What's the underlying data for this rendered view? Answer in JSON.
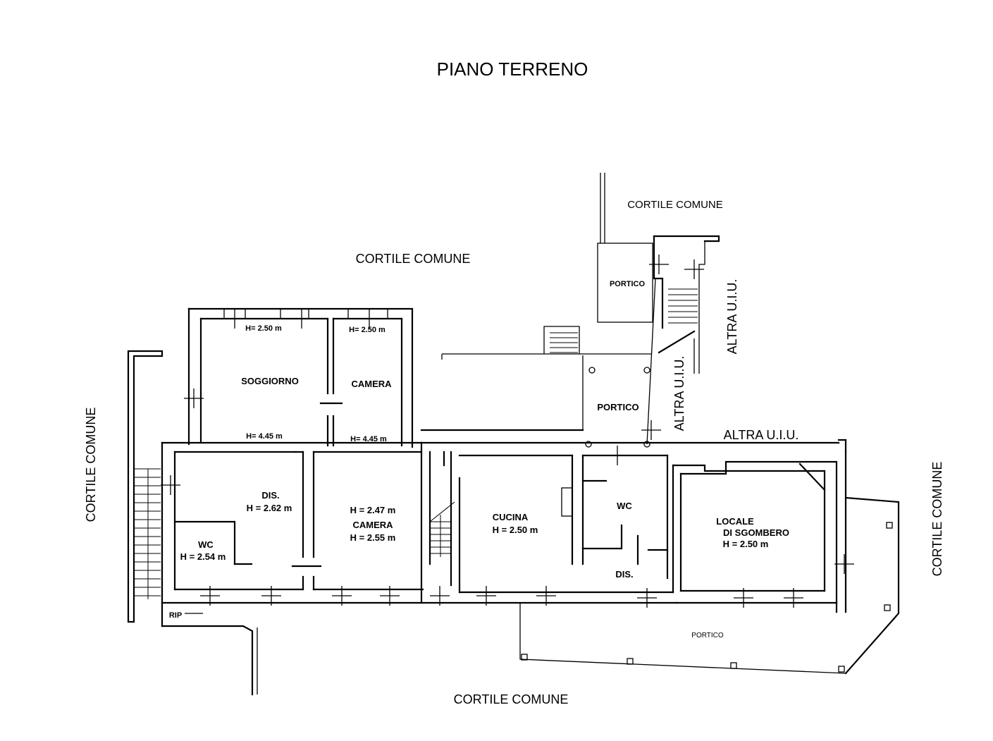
{
  "title": "PIANO TERRENO",
  "labels": {
    "cortile_top_left": "CORTILE COMUNE",
    "cortile_top_right": "CORTILE COMUNE",
    "cortile_left": "CORTILE COMUNE",
    "cortile_right": "CORTILE COMUNE",
    "cortile_bottom": "CORTILE COMUNE",
    "altra_uiu_1": "ALTRA U.I.U.",
    "altra_uiu_2": "ALTRA U.I.U.",
    "altra_uiu_3": "ALTRA U.I.U."
  },
  "rooms": {
    "soggiorno": {
      "name": "SOGGIORNO",
      "h1": "H= 2.50 m",
      "h2": "H= 4.45 m"
    },
    "camera_top": {
      "name": "CAMERA",
      "h1": "H= 2.50 m",
      "h2": "H= 4.45 m"
    },
    "dis_left": {
      "name": "DIS.",
      "h": "H = 2.62 m"
    },
    "wc_left": {
      "name": "WC",
      "h": "H = 2.54 m"
    },
    "camera_bottom": {
      "h1": "H = 2.47 m",
      "name": "CAMERA",
      "h2": "H = 2.55 m"
    },
    "cucina": {
      "name": "CUCINA",
      "h": "H = 2.50 m"
    },
    "wc_right": {
      "name": "WC"
    },
    "dis_right": {
      "name": "DIS."
    },
    "locale": {
      "line1": "LOCALE",
      "line2": "DI SGOMBERO",
      "h": "H = 2.50 m"
    },
    "portico_top": {
      "name": "PORTICO"
    },
    "portico_mid": {
      "name": "PORTICO"
    },
    "portico_bottom": {
      "name": "PORTICO"
    },
    "rip": {
      "name": "RIP"
    }
  }
}
